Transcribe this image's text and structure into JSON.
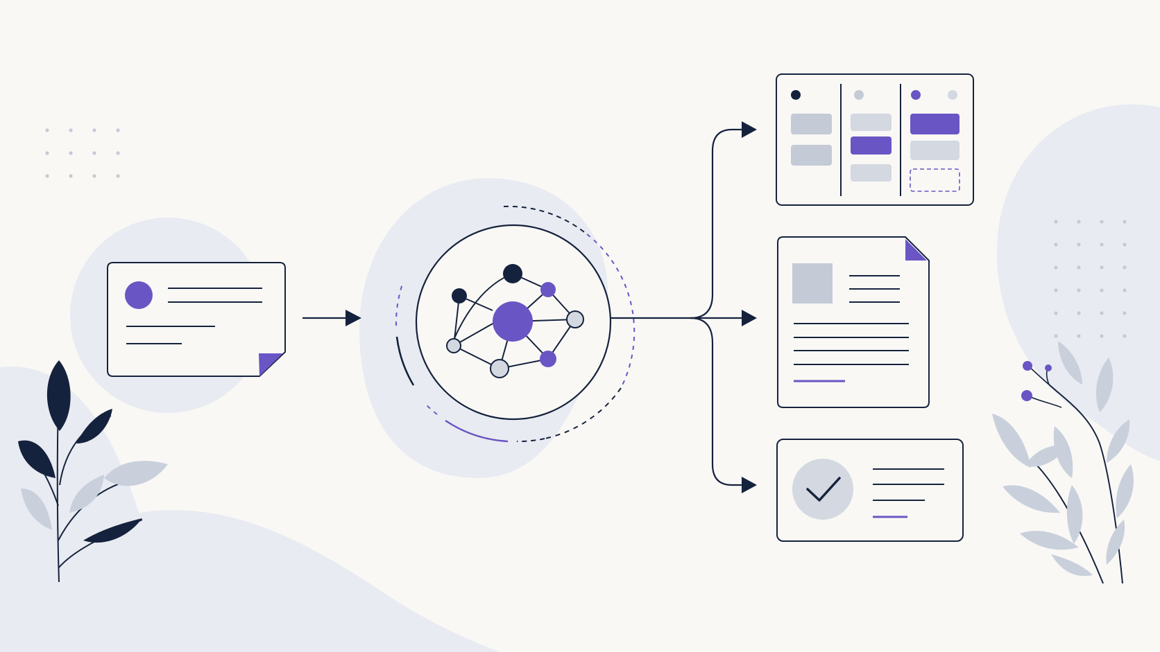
{
  "palette": {
    "background": "#f9f8f5",
    "blob": "#e8ebf1",
    "ink": "#15223d",
    "accent": "#6a55c4",
    "muted": "#c4cad6",
    "muted_light": "#d3d8e1",
    "leaf_light": "#c9d0dc"
  },
  "diagram": {
    "source": {
      "name": "input-card",
      "icon": "contact-card-icon"
    },
    "processor": {
      "name": "knowledge-graph-hub",
      "icon": "network-graph-icon"
    },
    "outputs": [
      {
        "name": "kanban-board-card",
        "icon": "kanban-board-icon"
      },
      {
        "name": "document-card",
        "icon": "document-icon"
      },
      {
        "name": "verified-card",
        "icon": "checkmark-icon"
      }
    ],
    "flow": [
      "input-card",
      "knowledge-graph-hub",
      "outputs"
    ]
  }
}
